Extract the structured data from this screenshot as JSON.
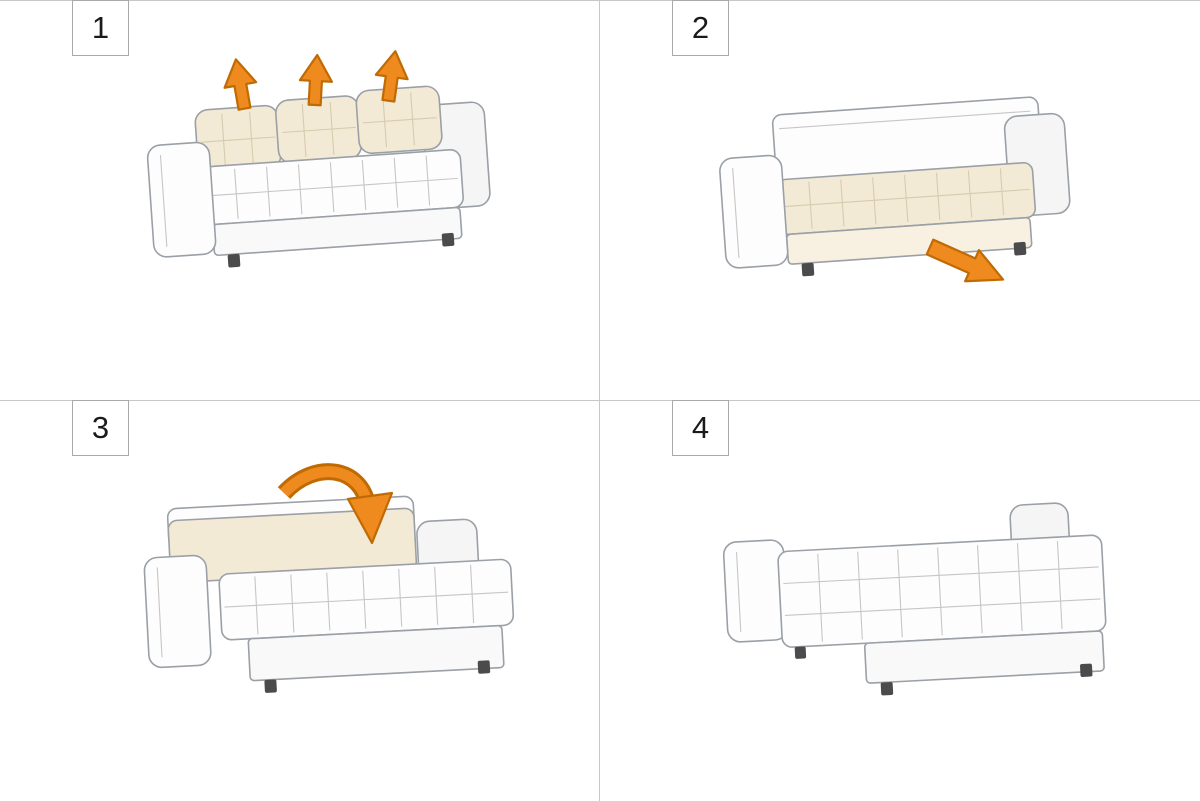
{
  "colors": {
    "arrow_orange": "#EE8A1E",
    "arrow_orange_dark": "#C06A04",
    "cushion_cream": "#F3EAD6",
    "cushion_cream_line": "#D6CBAF",
    "outline_gray": "#9AA0A6",
    "divider_gray": "#C8C8C8"
  },
  "steps": [
    {
      "number": "1",
      "arrow_icon": "three-up-arrows-icon"
    },
    {
      "number": "2",
      "arrow_icon": "pull-out-arrow-icon"
    },
    {
      "number": "3",
      "arrow_icon": "fold-forward-arrow-icon"
    },
    {
      "number": "4",
      "arrow_icon": "none"
    }
  ]
}
